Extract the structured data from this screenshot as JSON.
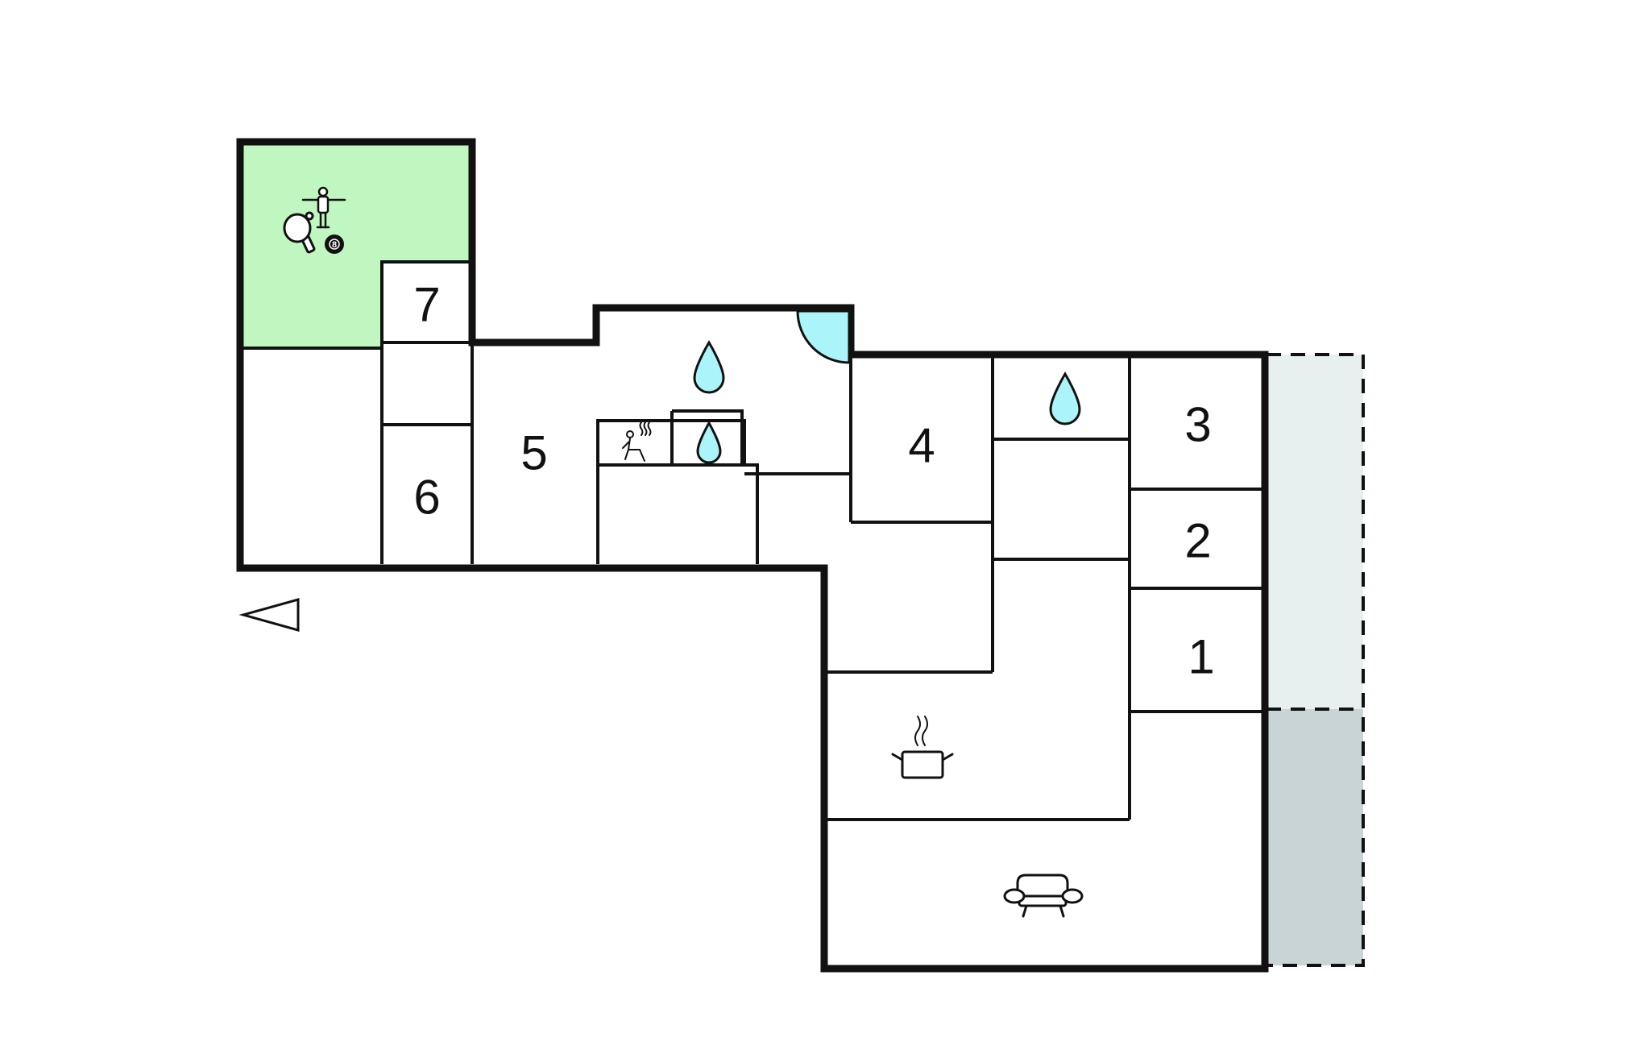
{
  "floorplan": {
    "rooms": {
      "r1": "1",
      "r2": "2",
      "r3": "3",
      "r4": "4",
      "r5": "5",
      "r6": "6",
      "r7": "7"
    },
    "billiard_ball": "8",
    "colors": {
      "wall": "#111111",
      "game_room": "#c0f7c0",
      "water": "#aaf4fa",
      "door": "#aaf4fa",
      "terrace_light": "#e8efef",
      "terrace_dark": "#c8d4d6",
      "background": "#ffffff"
    },
    "icons": [
      "water-drop-icon",
      "sauna-icon",
      "cooking-pot-icon",
      "sofa-icon",
      "table-tennis-icon",
      "table-football-icon",
      "billiard-ball-icon",
      "north-arrow-icon",
      "door-swing-icon"
    ]
  }
}
